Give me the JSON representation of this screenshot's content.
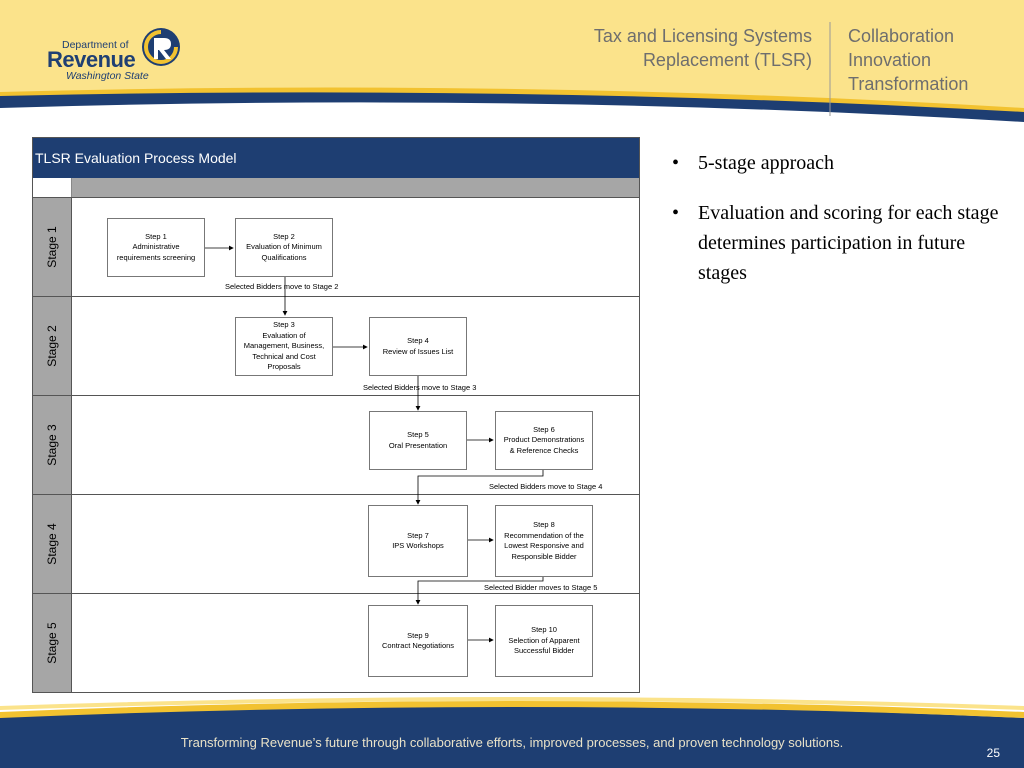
{
  "colors": {
    "header_yellow": "#fbe38b",
    "navy": "#1e3e72",
    "lane_gray": "#a6a6a6",
    "swoosh_gold": "#f2c230"
  },
  "logo": {
    "line1": "Department of",
    "line2": "Revenue",
    "line3": "Washington State",
    "icon": "revenue-r-logo-icon"
  },
  "header": {
    "title_lines": [
      "Tax and Licensing Systems",
      "Replacement (TLSR)"
    ],
    "right_lines": [
      "Collaboration",
      "Innovation",
      "Transformation"
    ]
  },
  "diagram": {
    "title": "TLSR Evaluation Process Model",
    "lanes": [
      "Stage 1",
      "Stage 2",
      "Stage 3",
      "Stage 4",
      "Stage 5"
    ],
    "steps": [
      {
        "id": "s1",
        "text": "Step 1\nAdministrative\nrequirements screening"
      },
      {
        "id": "s2",
        "text": "Step 2\nEvaluation of Minimum\nQualifications"
      },
      {
        "id": "s3",
        "text": "Step 3\nEvaluation of\nManagement, Business,\nTechnical and Cost\nProposals"
      },
      {
        "id": "s4",
        "text": "Step 4\nReview of Issues List"
      },
      {
        "id": "s5",
        "text": "Step 5\nOral Presentation"
      },
      {
        "id": "s6",
        "text": "Step 6\nProduct Demonstrations\n& Reference Checks"
      },
      {
        "id": "s7",
        "text": "Step 7\nIPS Workshops"
      },
      {
        "id": "s8",
        "text": "Step 8\nRecommendation of the\nLowest Responsive and\nResponsible Bidder"
      },
      {
        "id": "s9",
        "text": "Step 9\nContract Negotiations"
      },
      {
        "id": "s10",
        "text": "Step 10\nSelection of Apparent\nSuccessful Bidder"
      }
    ],
    "transitions": [
      "Selected Bidders move to Stage 2",
      "Selected Bidders move to Stage 3",
      "Selected Bidders move to Stage 4",
      "Selected Bidder moves to Stage 5"
    ]
  },
  "bullets": [
    "5-stage approach",
    "Evaluation and scoring for each stage determines participation in future stages"
  ],
  "footer": {
    "tagline": "Transforming Revenue’s future through collaborative efforts, improved processes, and proven technology solutions.",
    "page_number": "25"
  }
}
